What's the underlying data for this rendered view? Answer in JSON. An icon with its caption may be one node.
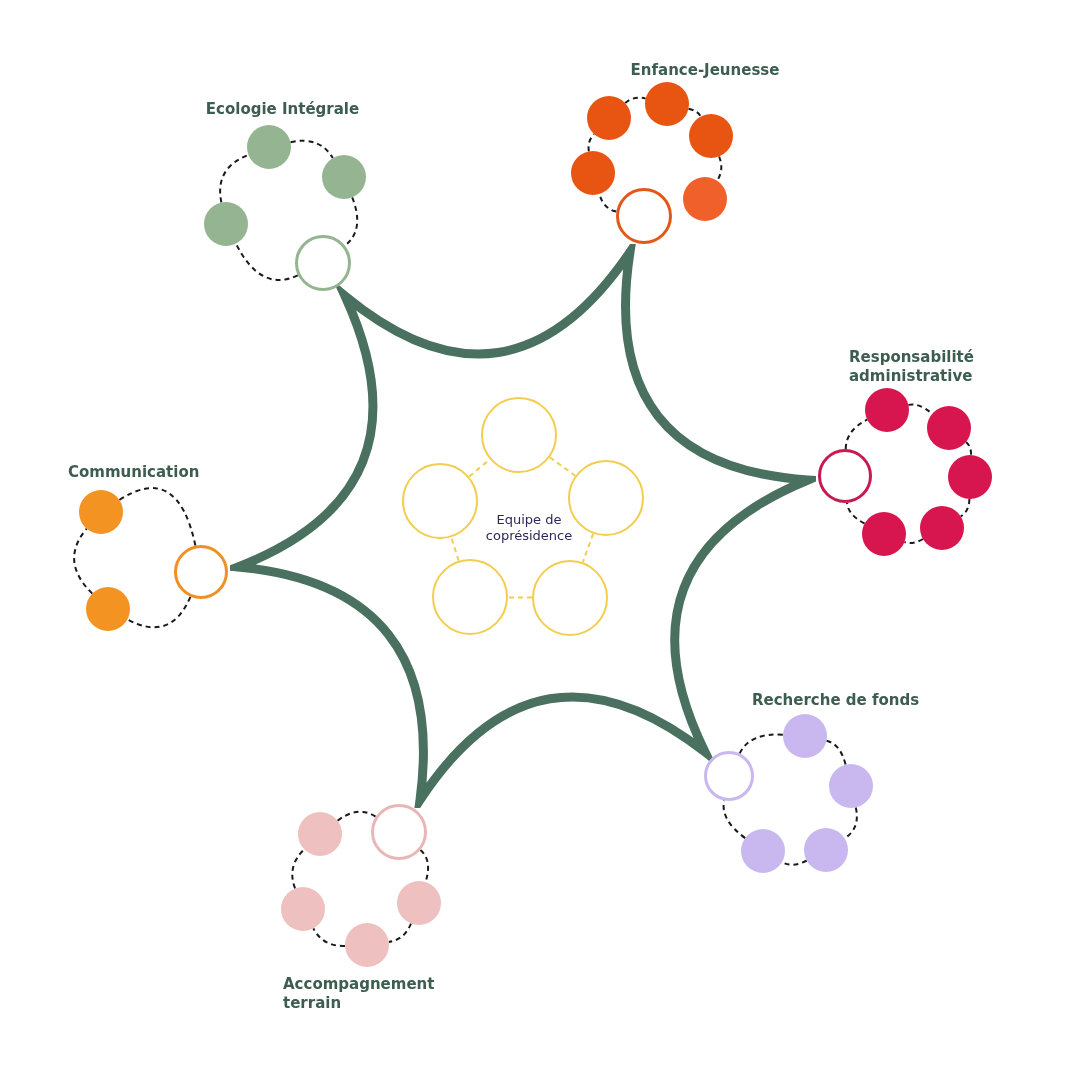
{
  "diagram": {
    "nodes": [
      {
        "text": [
          "Equipe de coprésidence"
        ]
      },
      {
        "text": [],
        "shape": "circle",
        "in": 0
      },
      {
        "text": [],
        "shape": "circle",
        "in": 0
      },
      {
        "text": [],
        "shape": "circle",
        "in": 0
      },
      {
        "text": [],
        "shape": "circle",
        "in": 0
      },
      {
        "text": [],
        "shape": "circle",
        "in": 0
      },
      {
        "text": [],
        "shape": "circle"
      },
      {
        "text": [],
        "shape": "circle"
      },
      {
        "text": [],
        "shape": "circle"
      },
      {
        "text": [],
        "shape": "circle"
      },
      {
        "text": [],
        "shape": "circle"
      },
      {
        "text": [],
        "shape": "circle"
      },
      {
        "text": [],
        "shape": "circle"
      },
      {
        "text": [],
        "shape": "circle"
      },
      {
        "text": [],
        "shape": "circle"
      },
      {
        "text": [],
        "shape": "circle"
      },
      {
        "text": [],
        "shape": "circle"
      },
      {
        "text": [],
        "shape": "circle"
      },
      {
        "text": [],
        "shape": "circle"
      },
      {
        "text": [],
        "shape": "circle"
      },
      {
        "text": [],
        "shape": "circle"
      },
      {
        "text": [],
        "shape": "circle"
      },
      {
        "text": [],
        "shape": "circle"
      },
      {
        "text": [],
        "shape": "circle"
      },
      {
        "text": [],
        "shape": "circle"
      },
      {
        "text": [],
        "shape": "circle"
      },
      {
        "text": [],
        "shape": "circle"
      },
      {
        "text": [],
        "shape": "circle"
      },
      {
        "text": [],
        "shape": "circle"
      },
      {
        "text": [],
        "shape": "circle"
      },
      {
        "text": [],
        "shape": "circle"
      },
      {
        "text": [],
        "shape": "circle"
      },
      {
        "text": [],
        "shape": "circle"
      },
      {
        "text": [],
        "shape": "circle"
      },
      {
        "text": [],
        "shape": "circle"
      }
    ],
    "edges": [
      {
        "from": 1,
        "to": 2,
        "arrow": "none",
        "style": "dashed",
        "color": "#f2cd4f"
      },
      {
        "from": 2,
        "to": 3,
        "arrow": "none",
        "style": "dashed",
        "color": "#f2cd4f"
      },
      {
        "from": 3,
        "to": 4,
        "arrow": "none",
        "style": "dashed",
        "color": "#f2cd4f"
      },
      {
        "from": 4,
        "to": 5,
        "arrow": "none",
        "style": "dashed",
        "color": "#f2cd4f"
      },
      {
        "from": 5,
        "to": 1,
        "arrow": "none",
        "style": "dashed",
        "color": "#f2cd4f"
      },
      {
        "from": 6,
        "to": 7,
        "arrow": "none",
        "style": "dashed"
      },
      {
        "from": 7,
        "to": 8,
        "arrow": "none",
        "style": "dashed"
      },
      {
        "from": 8,
        "to": 9,
        "arrow": "none",
        "style": "dashed"
      },
      {
        "from": 10,
        "to": 11,
        "arrow": "none",
        "style": "dashed"
      },
      {
        "from": 11,
        "to": 6,
        "arrow": "none",
        "style": "dashed"
      },
      {
        "from": 12,
        "to": 13,
        "arrow": "none",
        "style": "dashed"
      },
      {
        "from": 13,
        "to": 14,
        "arrow": "none",
        "style": "dashed"
      },
      {
        "from": 14,
        "to": 15,
        "arrow": "none",
        "style": "dashed"
      },
      {
        "from": 15,
        "to": 12,
        "arrow": "none",
        "style": "dashed"
      },
      {
        "from": 16,
        "to": 17,
        "arrow": "none",
        "style": "dashed"
      },
      {
        "from": 17,
        "to": 18,
        "arrow": "none",
        "style": "dashed"
      },
      {
        "from": 18,
        "to": 19,
        "arrow": "none",
        "style": "dashed"
      },
      {
        "from": 19,
        "to": 20,
        "arrow": "none",
        "style": "dashed"
      },
      {
        "from": 20,
        "to": 21,
        "arrow": "none",
        "style": "dashed"
      },
      {
        "from": 21,
        "to": 16,
        "arrow": "none",
        "style": "dashed"
      },
      {
        "from": 22,
        "to": 23,
        "arrow": "none",
        "style": "dashed"
      },
      {
        "from": 23,
        "to": 24,
        "arrow": "none",
        "style": "dashed"
      },
      {
        "from": 24,
        "to": 22,
        "arrow": "none",
        "style": "dashed"
      },
      {
        "from": 25,
        "to": 26,
        "arrow": "none",
        "style": "dashed"
      },
      {
        "from": 26,
        "to": 27,
        "arrow": "none",
        "style": "dashed"
      },
      {
        "from": 27,
        "to": 28,
        "arrow": "none",
        "style": "dashed"
      },
      {
        "from": 28,
        "to": 29,
        "arrow": "none",
        "style": "dashed"
      },
      {
        "from": 29,
        "to": 25,
        "arrow": "none",
        "style": "dashed"
      },
      {
        "from": 30,
        "to": 31,
        "arrow": "none",
        "style": "dashed"
      },
      {
        "from": 31,
        "to": 32,
        "arrow": "none",
        "style": "dashed"
      },
      {
        "from": 32,
        "to": 33,
        "arrow": "none",
        "style": "dashed"
      },
      {
        "from": 33,
        "to": 34,
        "arrow": "none",
        "style": "dashed"
      },
      {
        "from": 34,
        "to": 30,
        "arrow": "none",
        "style": "dashed"
      }
    ],
    "labels": [
      "Enfance-Jeunesse",
      "Ecologie Intégrale",
      "Responsabilité administrative",
      "Communication",
      "Recherche de fonds",
      "Accompagnement terrain"
    ]
  }
}
